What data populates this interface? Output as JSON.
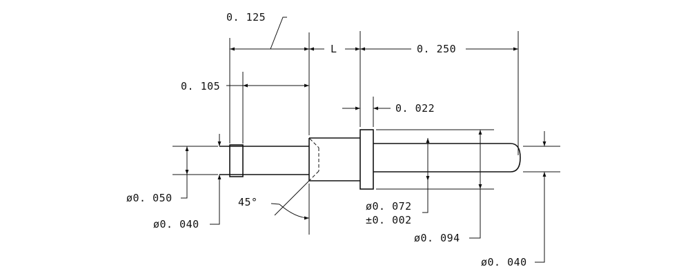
{
  "drawing": {
    "dimensions": {
      "len_0125": "0. 125",
      "len_L": "L",
      "len_0250": "0. 250",
      "len_0105": "0. 105",
      "len_0022": "0. 022",
      "dia_0050": "ø0. 050",
      "dia_0040_left": "ø0. 040",
      "angle_45": "45°",
      "dia_0072": "ø0. 072",
      "tol_0002": "±0. 002",
      "dia_0094": "ø0. 094",
      "dia_0040_right": "ø0. 040"
    }
  }
}
